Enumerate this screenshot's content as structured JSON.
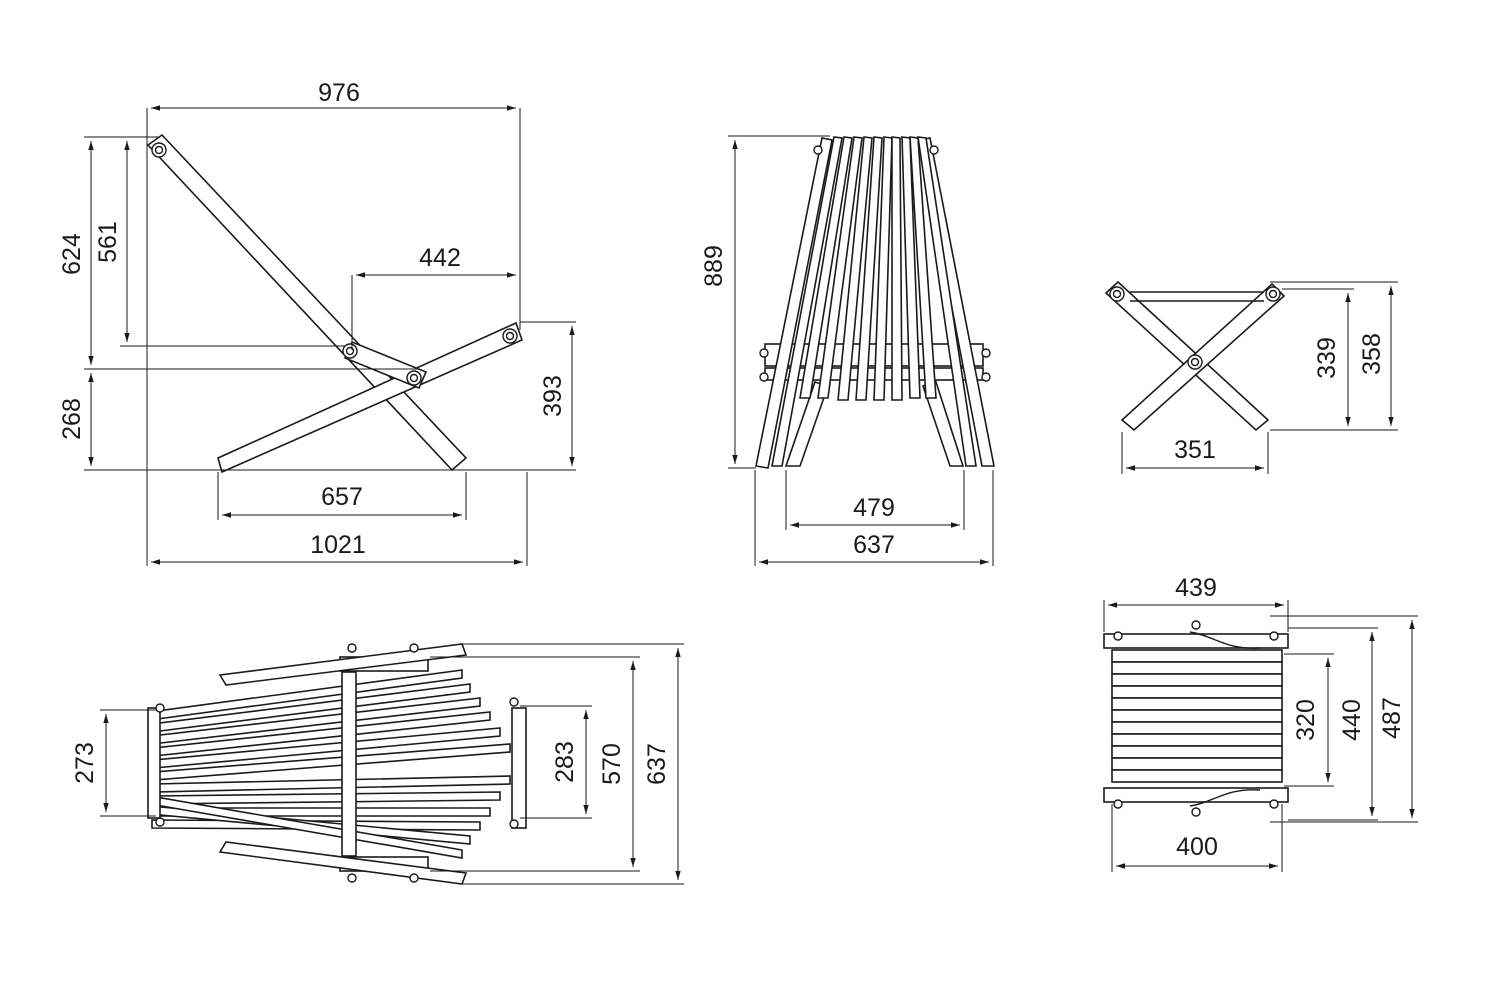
{
  "side_view": {
    "overall_depth": "1021",
    "top_depth": "976",
    "height_total": "624",
    "back_rise": "561",
    "seat_offset": "442",
    "seat_height": "393",
    "pivot_height": "268",
    "foot_span": "657"
  },
  "front_view": {
    "height": "889",
    "inner_width": "479",
    "outer_width": "637"
  },
  "stool_side_view": {
    "width": "351",
    "leg_height": "339",
    "total_height": "358"
  },
  "plan_view": {
    "front_width": "273",
    "rear_width": "283",
    "inner_width": "570",
    "outer_width": "637"
  },
  "stool_plan_view": {
    "top_width": "439",
    "bottom_width": "400",
    "slat_width": "320",
    "inner_depth": "440",
    "outer_depth": "487"
  },
  "colors": {
    "line": "#1a1a1a",
    "background": "#ffffff"
  }
}
